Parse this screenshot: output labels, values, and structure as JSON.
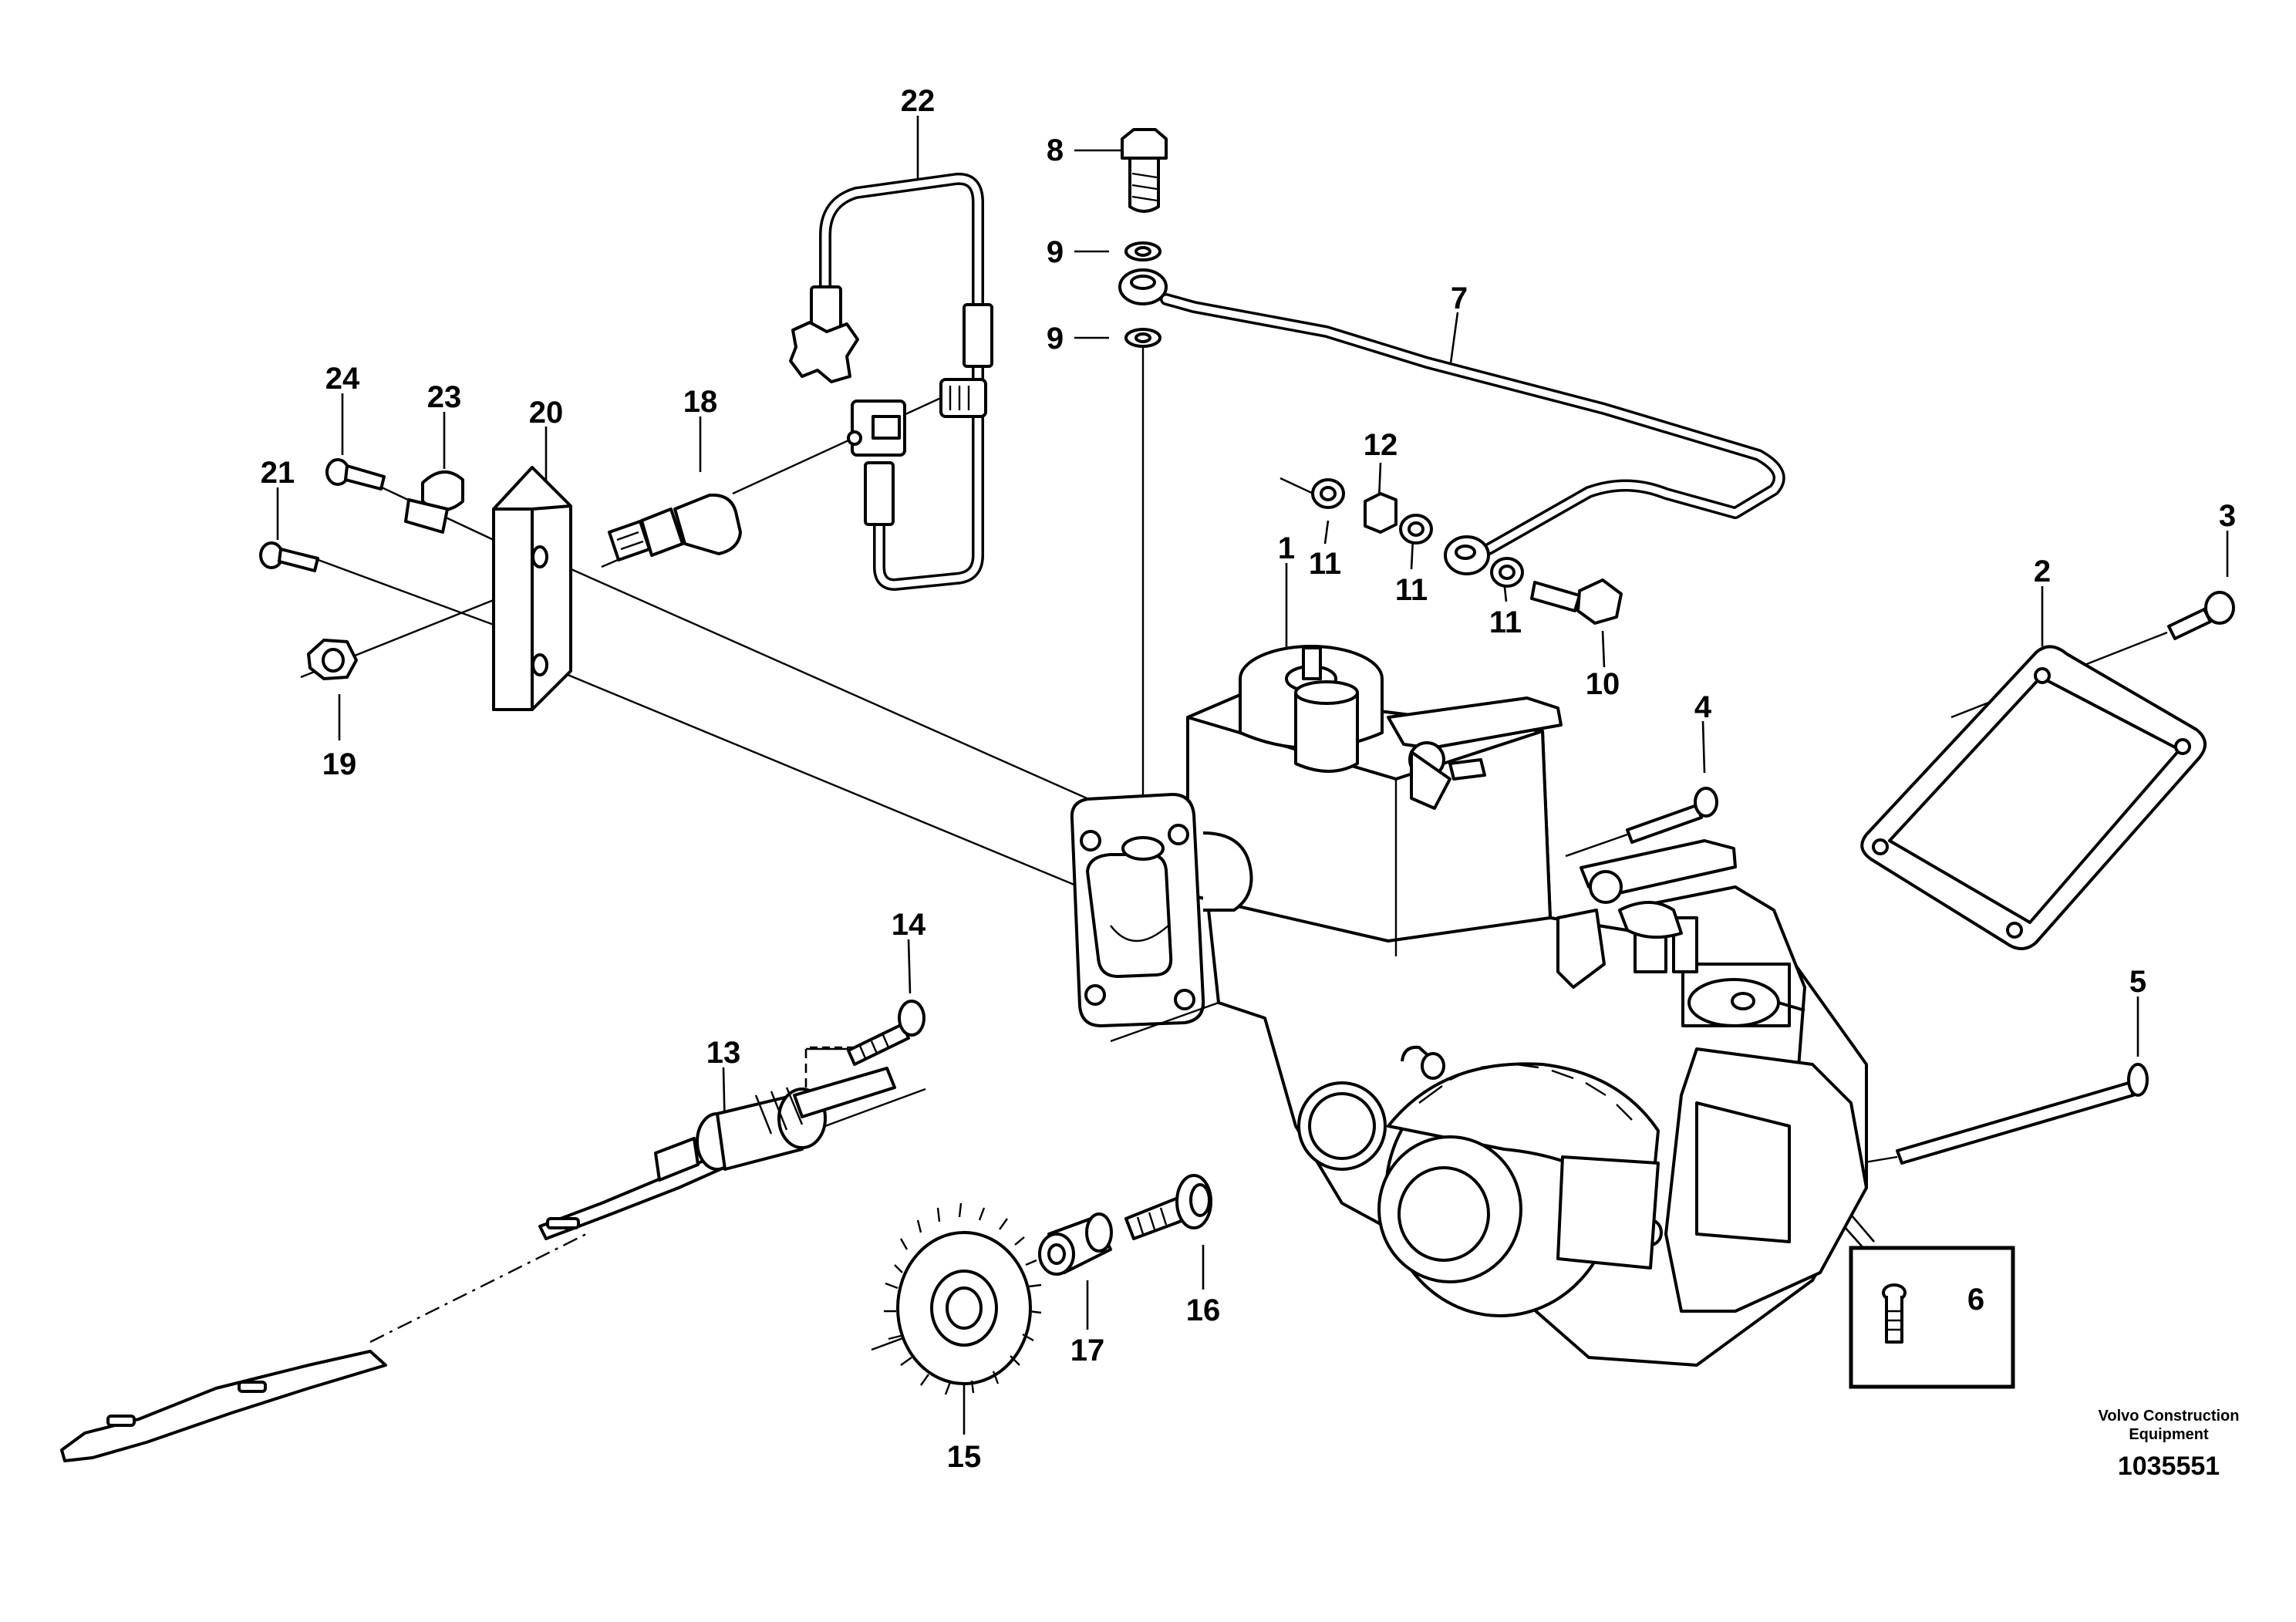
{
  "callouts": [
    {
      "id": "c1",
      "label": "1"
    },
    {
      "id": "c2",
      "label": "2"
    },
    {
      "id": "c3",
      "label": "3"
    },
    {
      "id": "c4",
      "label": "4"
    },
    {
      "id": "c5",
      "label": "5"
    },
    {
      "id": "c6",
      "label": "6"
    },
    {
      "id": "c7",
      "label": "7"
    },
    {
      "id": "c8",
      "label": "8"
    },
    {
      "id": "c9a",
      "label": "9"
    },
    {
      "id": "c9b",
      "label": "9"
    },
    {
      "id": "c10",
      "label": "10"
    },
    {
      "id": "c11a",
      "label": "11"
    },
    {
      "id": "c11b",
      "label": "11"
    },
    {
      "id": "c11c",
      "label": "11"
    },
    {
      "id": "c12",
      "label": "12"
    },
    {
      "id": "c13",
      "label": "13"
    },
    {
      "id": "c14",
      "label": "14"
    },
    {
      "id": "c15",
      "label": "15"
    },
    {
      "id": "c16",
      "label": "16"
    },
    {
      "id": "c17",
      "label": "17"
    },
    {
      "id": "c18",
      "label": "18"
    },
    {
      "id": "c19",
      "label": "19"
    },
    {
      "id": "c20",
      "label": "20"
    },
    {
      "id": "c21",
      "label": "21"
    },
    {
      "id": "c22",
      "label": "22"
    },
    {
      "id": "c23",
      "label": "23"
    },
    {
      "id": "c24",
      "label": "24"
    }
  ],
  "brand": {
    "line1": "Volvo Construction",
    "line2": "Equipment"
  },
  "document_number": "1035551"
}
